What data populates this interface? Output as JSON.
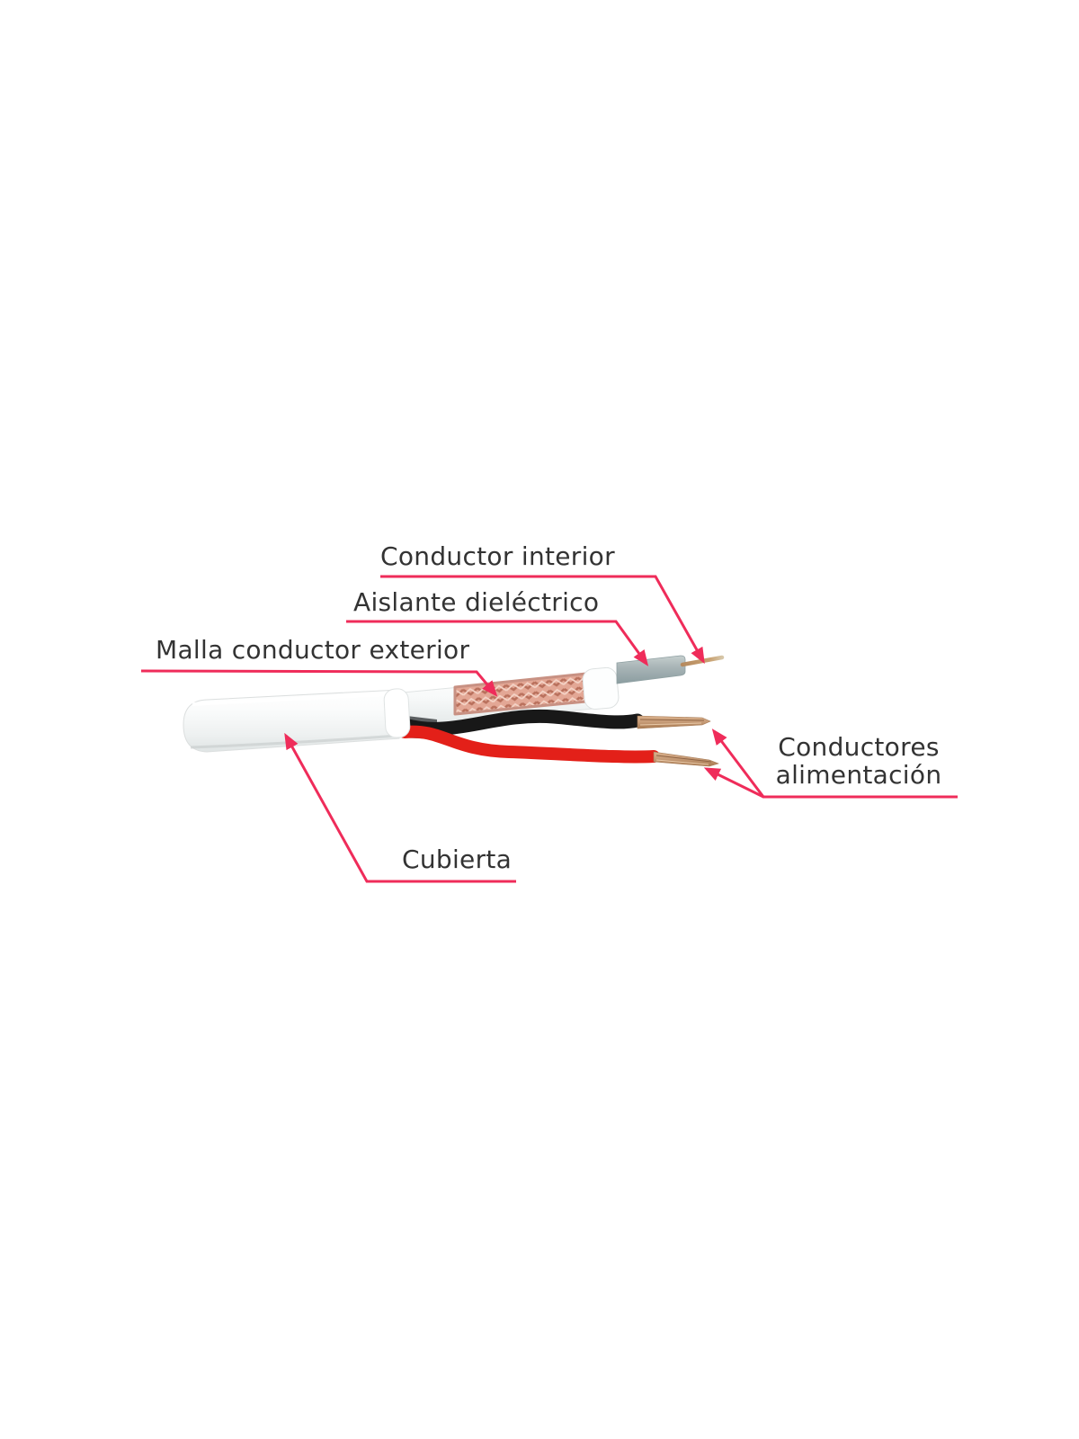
{
  "diagram": {
    "labels": {
      "inner_conductor": "Conductor interior",
      "dielectric_insulator": "Aislante dieléctrico",
      "outer_braid": "Malla conductor exterior",
      "power_conductors_line1": "Conductores",
      "power_conductors_line2": "alimentación",
      "jacket": "Cubierta"
    },
    "colors": {
      "callout_line": "#ef2c5a",
      "label_text": "#333333",
      "jacket_white": "#f4f6f6",
      "braid_copper": "#dca28f",
      "dielectric_gray": "#a9b5b7",
      "inner_conductor_copper": "#c0946a",
      "power_wire_black": "#181818",
      "power_wire_red": "#e32019",
      "stripped_copper": "#c59a76"
    }
  }
}
